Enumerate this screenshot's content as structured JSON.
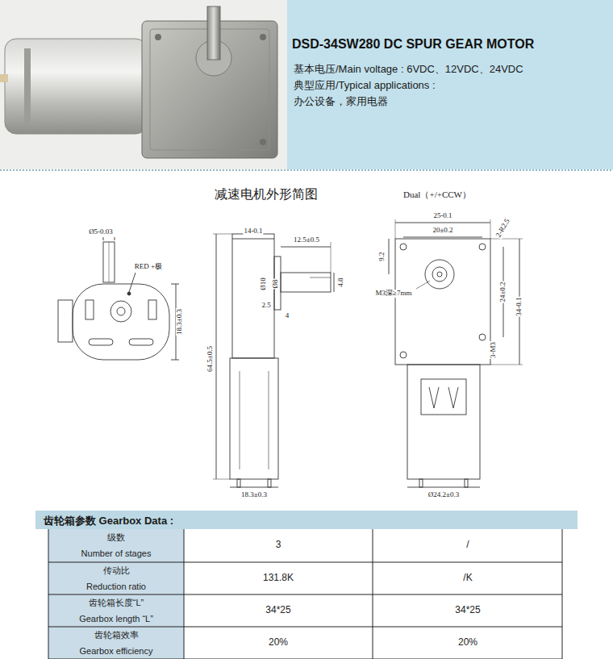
{
  "diagram": {
    "title": "DSD-34SW280 DC SPUR GEAR MOTOR",
    "nodes": [
      {
        "text": [
          "基本电压/Main voltage : 6VDC、12VDC、24VDC",
          "典型应用/Typical applications :",
          "办公设备，家用电器"
        ]
      },
      {
        "text": [
          "齿轮箱参数 Gearbox Data :"
        ]
      }
    ],
    "labels": [
      "减速电机外形简图",
      "Dual（+/+CCW）",
      "Ø5-0.03",
      "RED +极",
      "18.3±0.3",
      "14-0.1",
      "12.5±0.5",
      "Ø10",
      "Ø8",
      "2.5",
      "4",
      "4.8",
      "64.5±0.5",
      "18.3±0.3",
      "25-0.1",
      "20±0.2",
      "2-R2.5",
      "9.2",
      "M3深≥7mm",
      "24±0.2",
      "34-0.1",
      "3-M3",
      "Ø24.2±0.3",
      "级数",
      "Number of stages",
      "3",
      "/",
      "传动比",
      "Reduction ratio",
      "131.8K",
      "/K",
      "齿轮箱长度“L”",
      "Gearbox length “L”",
      "34*25",
      "34*25",
      "齿轮箱效率",
      "Gearbox efficiency",
      "20%",
      "20%"
    ]
  }
}
